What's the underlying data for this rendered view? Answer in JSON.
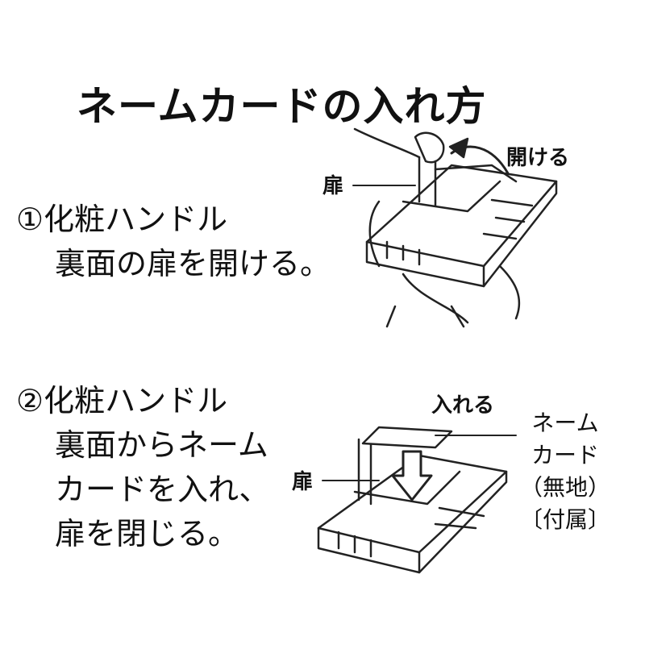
{
  "title": "ネームカードの入れ方",
  "step1": {
    "lines": [
      "①化粧ハンドル",
      "裏面の扉を開ける。"
    ],
    "door_label": "扉",
    "open_label": "開ける"
  },
  "step2": {
    "lines": [
      "②化粧ハンドル",
      "裏面からネーム",
      "カードを入れ、",
      "扉を閉じる。"
    ],
    "door_label": "扉",
    "insert_label": "入れる",
    "card_caption": [
      "ネーム",
      "カード",
      "（無地）",
      "〔付属〕"
    ]
  }
}
